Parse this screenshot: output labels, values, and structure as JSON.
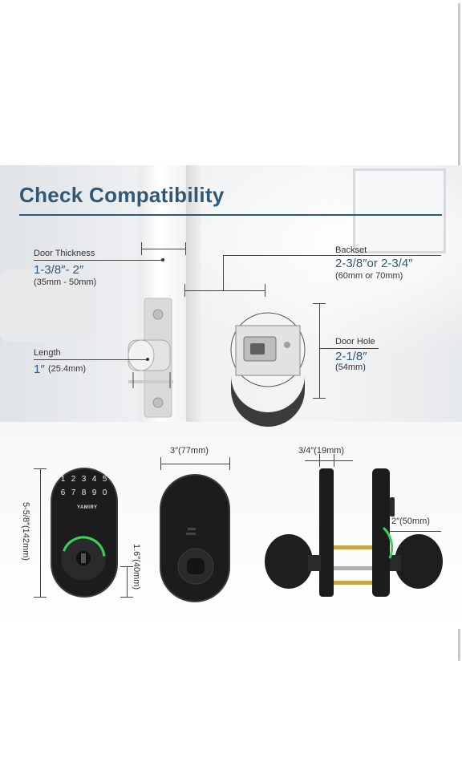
{
  "title": "Check Compatibility",
  "door_thickness": {
    "label": "Door Thickness",
    "value": "1-3/8″- 2″",
    "metric": "(35mm - 50mm)"
  },
  "backset": {
    "label": "Backset",
    "value": "2-3/8″or 2-3/4″",
    "metric": "(60mm or 70mm)"
  },
  "length": {
    "label": "Length",
    "value": "1″",
    "metric": "(25.4mm)"
  },
  "door_hole": {
    "label": "Door Hole",
    "value": "2-1/8″",
    "metric": "(54mm)"
  },
  "dimensions": {
    "height": "5-5/8″(142mm)",
    "keyhole_height": "1.6″(40mm)",
    "width": "3″(77mm)",
    "depth": "3/4″(19mm)",
    "knob": "2″(50mm)"
  },
  "keypad": {
    "keys": [
      "1",
      "2",
      "3",
      "4",
      "5",
      "6",
      "7",
      "8",
      "9",
      "0"
    ],
    "brand": "YAMIRY"
  },
  "colors": {
    "accent": "#2f5778",
    "lock_body": "#1c1c1e",
    "ring_light": "#39d353",
    "brass": "#c9a44a"
  }
}
